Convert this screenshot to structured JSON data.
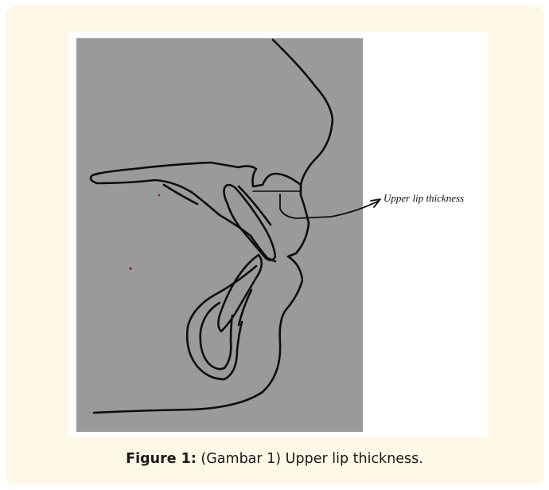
{
  "figure": {
    "annotation": "Upper lip thickness",
    "caption_label": "Figure 1:",
    "caption_text": " (Gambar 1) Upper lip thickness."
  }
}
